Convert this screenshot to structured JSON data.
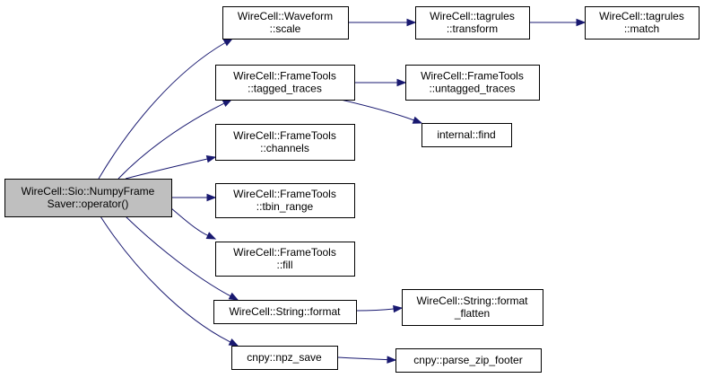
{
  "nodes": [
    {
      "id": "root",
      "lines": [
        "WireCell::Sio::NumpyFrame",
        "Saver::operator()"
      ],
      "root": true
    },
    {
      "id": "waveform_scale",
      "lines": [
        "WireCell::Waveform",
        "::scale"
      ]
    },
    {
      "id": "tagrules_transform",
      "lines": [
        "WireCell::tagrules",
        "::transform"
      ]
    },
    {
      "id": "tagrules_match",
      "lines": [
        "WireCell::tagrules",
        "::match"
      ]
    },
    {
      "id": "tagged_traces",
      "lines": [
        "WireCell::FrameTools",
        "::tagged_traces"
      ]
    },
    {
      "id": "untagged_traces",
      "lines": [
        "WireCell::FrameTools",
        "::untagged_traces"
      ]
    },
    {
      "id": "internal_find",
      "lines": [
        "internal::find"
      ]
    },
    {
      "id": "channels",
      "lines": [
        "WireCell::FrameTools",
        "::channels"
      ]
    },
    {
      "id": "tbin_range",
      "lines": [
        "WireCell::FrameTools",
        "::tbin_range"
      ]
    },
    {
      "id": "fill",
      "lines": [
        "WireCell::FrameTools",
        "::fill"
      ]
    },
    {
      "id": "string_format",
      "lines": [
        "WireCell::String::format"
      ]
    },
    {
      "id": "format_flatten",
      "lines": [
        "WireCell::String::format",
        "_flatten"
      ]
    },
    {
      "id": "npz_save",
      "lines": [
        "cnpy::npz_save"
      ]
    },
    {
      "id": "parse_zip_footer",
      "lines": [
        "cnpy::parse_zip_footer"
      ]
    }
  ],
  "edges": [
    {
      "from": "root",
      "to": "waveform_scale"
    },
    {
      "from": "root",
      "to": "tagged_traces"
    },
    {
      "from": "root",
      "to": "channels"
    },
    {
      "from": "root",
      "to": "tbin_range"
    },
    {
      "from": "root",
      "to": "fill"
    },
    {
      "from": "root",
      "to": "string_format"
    },
    {
      "from": "root",
      "to": "npz_save"
    },
    {
      "from": "waveform_scale",
      "to": "tagrules_transform"
    },
    {
      "from": "tagrules_transform",
      "to": "tagrules_match"
    },
    {
      "from": "tagged_traces",
      "to": "untagged_traces"
    },
    {
      "from": "tagged_traces",
      "to": "internal_find"
    },
    {
      "from": "string_format",
      "to": "format_flatten"
    },
    {
      "from": "npz_save",
      "to": "parse_zip_footer"
    }
  ],
  "colors": {
    "edge": "#191970",
    "root_fill": "#bfbfbf",
    "node_fill": "#ffffff",
    "border": "#000000"
  }
}
